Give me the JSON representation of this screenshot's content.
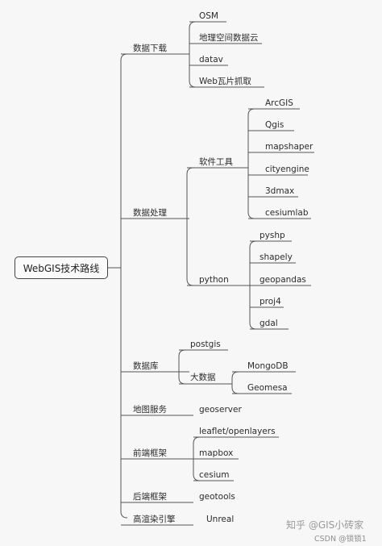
{
  "root": "WebGIS技术路线",
  "branches": {
    "download": {
      "label": "数据下载",
      "items": [
        "OSM",
        "地理空间数据云",
        "datav",
        "Web瓦片抓取"
      ]
    },
    "processing": {
      "label": "数据处理",
      "software": {
        "label": "软件工具",
        "items": [
          "ArcGIS",
          "Qgis",
          "mapshaper",
          "cityengine",
          "3dmax",
          "cesiumlab"
        ]
      },
      "python": {
        "label": "python",
        "items": [
          "pyshp",
          "shapely",
          "geopandas",
          "proj4",
          "gdal"
        ]
      }
    },
    "database": {
      "label": "数据库",
      "postgis": "postgis",
      "bigdata": {
        "label": "大数据",
        "items": [
          "MongoDB",
          "Geomesa"
        ]
      }
    },
    "mapservice": {
      "label": "地图服务",
      "items": [
        "geoserver"
      ]
    },
    "frontend": {
      "label": "前端框架",
      "items": [
        "leaflet/openlayers",
        "mapbox",
        "cesium"
      ]
    },
    "backend": {
      "label": "后端框架",
      "items": [
        "geotools"
      ]
    },
    "render": {
      "label": "高渲染引擎",
      "items": [
        "Unreal"
      ]
    }
  },
  "watermark": {
    "zhihu": "知乎 @GIS小砖家",
    "csdn": "CSDN @锁锁1"
  },
  "colors": {
    "line": "#555555",
    "background": "#f7f7f7"
  }
}
